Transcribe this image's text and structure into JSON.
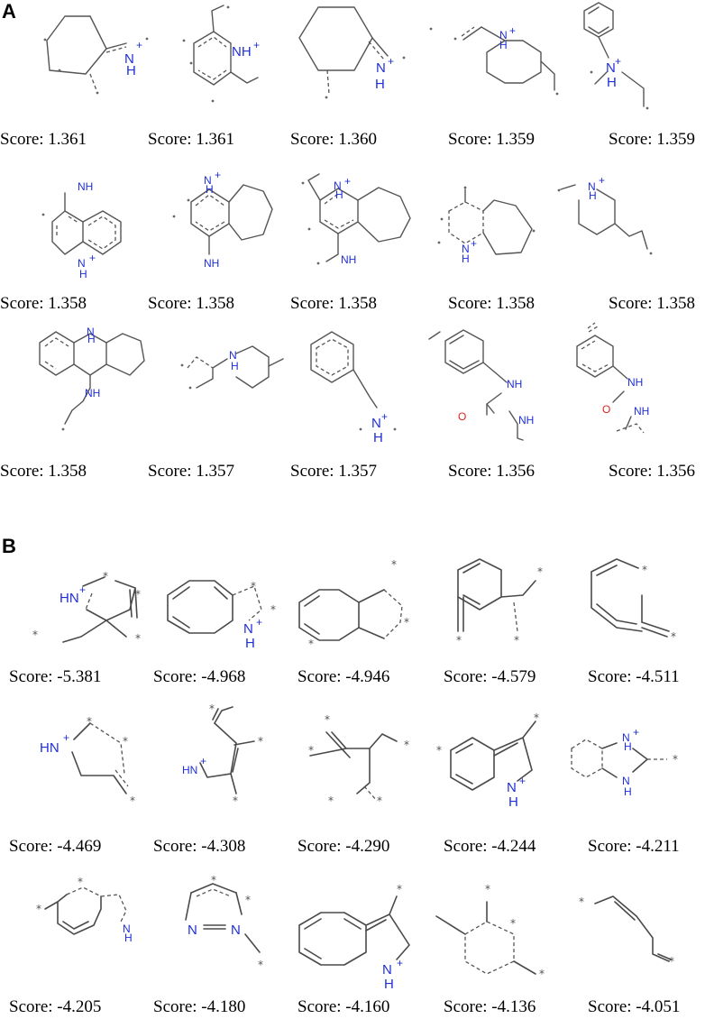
{
  "panels": [
    {
      "label": "A",
      "items": [
        {
          "score": "Score: 1.361",
          "atoms": [
            "N",
            "H",
            "+"
          ]
        },
        {
          "score": "Score: 1.361",
          "atoms": [
            "NH",
            "+"
          ]
        },
        {
          "score": "Score: 1.360",
          "atoms": [
            "N",
            "H",
            "+"
          ]
        },
        {
          "score": "Score: 1.359",
          "atoms": [
            "N",
            "H",
            "+"
          ]
        },
        {
          "score": "Score: 1.359",
          "atoms": [
            "N",
            "H",
            "+"
          ]
        },
        {
          "score": "Score: 1.358",
          "atoms": [
            "NH",
            "N",
            "H",
            "+"
          ]
        },
        {
          "score": "Score: 1.358",
          "atoms": [
            "N",
            "H",
            "+",
            "NH"
          ]
        },
        {
          "score": "Score: 1.358",
          "atoms": [
            "N",
            "H",
            "+",
            "NH"
          ]
        },
        {
          "score": "Score: 1.358",
          "atoms": [
            "N",
            "H",
            "+"
          ]
        },
        {
          "score": "Score: 1.358",
          "atoms": [
            "N",
            "H",
            "+"
          ]
        },
        {
          "score": "Score: 1.358",
          "atoms": [
            "N",
            "H",
            "NH"
          ]
        },
        {
          "score": "Score: 1.357",
          "atoms": [
            "N",
            "H"
          ]
        },
        {
          "score": "Score: 1.357",
          "atoms": [
            "N",
            "H",
            "+"
          ]
        },
        {
          "score": "Score: 1.356",
          "atoms": [
            "NH",
            "O",
            "NH"
          ]
        },
        {
          "score": "Score: 1.356",
          "atoms": [
            "NH",
            "O",
            "NH"
          ]
        }
      ]
    },
    {
      "label": "B",
      "items": [
        {
          "score": "Score: -5.381",
          "atoms": [
            "HN",
            "+"
          ]
        },
        {
          "score": "Score: -4.968",
          "atoms": [
            "N",
            "H",
            "+"
          ]
        },
        {
          "score": "Score: -4.946",
          "atoms": []
        },
        {
          "score": "Score: -4.579",
          "atoms": []
        },
        {
          "score": "Score: -4.511",
          "atoms": []
        },
        {
          "score": "Score: -4.469",
          "atoms": [
            "HN",
            "+"
          ]
        },
        {
          "score": "Score: -4.308",
          "atoms": [
            "HN",
            "+"
          ]
        },
        {
          "score": "Score: -4.290",
          "atoms": []
        },
        {
          "score": "Score: -4.244",
          "atoms": [
            "N",
            "H",
            "+"
          ]
        },
        {
          "score": "Score: -4.211",
          "atoms": [
            "N",
            "H",
            "+",
            "N",
            "H"
          ]
        },
        {
          "score": "Score: -4.205",
          "atoms": [
            "N",
            "H"
          ]
        },
        {
          "score": "Score: -4.180",
          "atoms": [
            "N",
            "N"
          ]
        },
        {
          "score": "Score: -4.160",
          "atoms": [
            "N",
            "H",
            "+"
          ]
        },
        {
          "score": "Score: -4.136",
          "atoms": []
        },
        {
          "score": "Score: -4.051",
          "atoms": []
        }
      ]
    }
  ],
  "wildcard_symbol": "*"
}
